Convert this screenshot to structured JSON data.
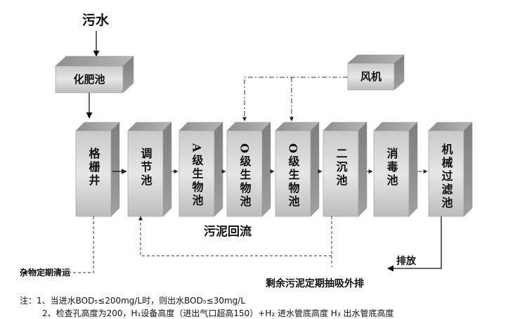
{
  "top_label": "污水",
  "fan_label": "风机",
  "septic": "化肥池",
  "units": [
    {
      "label": "格栅井"
    },
    {
      "label": "调节池"
    },
    {
      "label": "A级生物池"
    },
    {
      "label": "O级生物池"
    },
    {
      "label": "O级生物池"
    },
    {
      "label": "二沉池"
    },
    {
      "label": "消毒池"
    },
    {
      "label": "机械过滤池"
    }
  ],
  "sludge_return": "污泥回流",
  "debris": "杂物定期清运",
  "discharge": "排放",
  "excess_sludge": "剩余污泥定期抽吸外排",
  "notes": [
    "注：1、当进水BOD₅≤200mg/L时，则出水BOD₅≤30mg/L",
    "2、检查孔高度为200，H₁设备高度（进出气口超高150）+H₂ 进水管底高度 H₃ 出水管底高度"
  ]
}
